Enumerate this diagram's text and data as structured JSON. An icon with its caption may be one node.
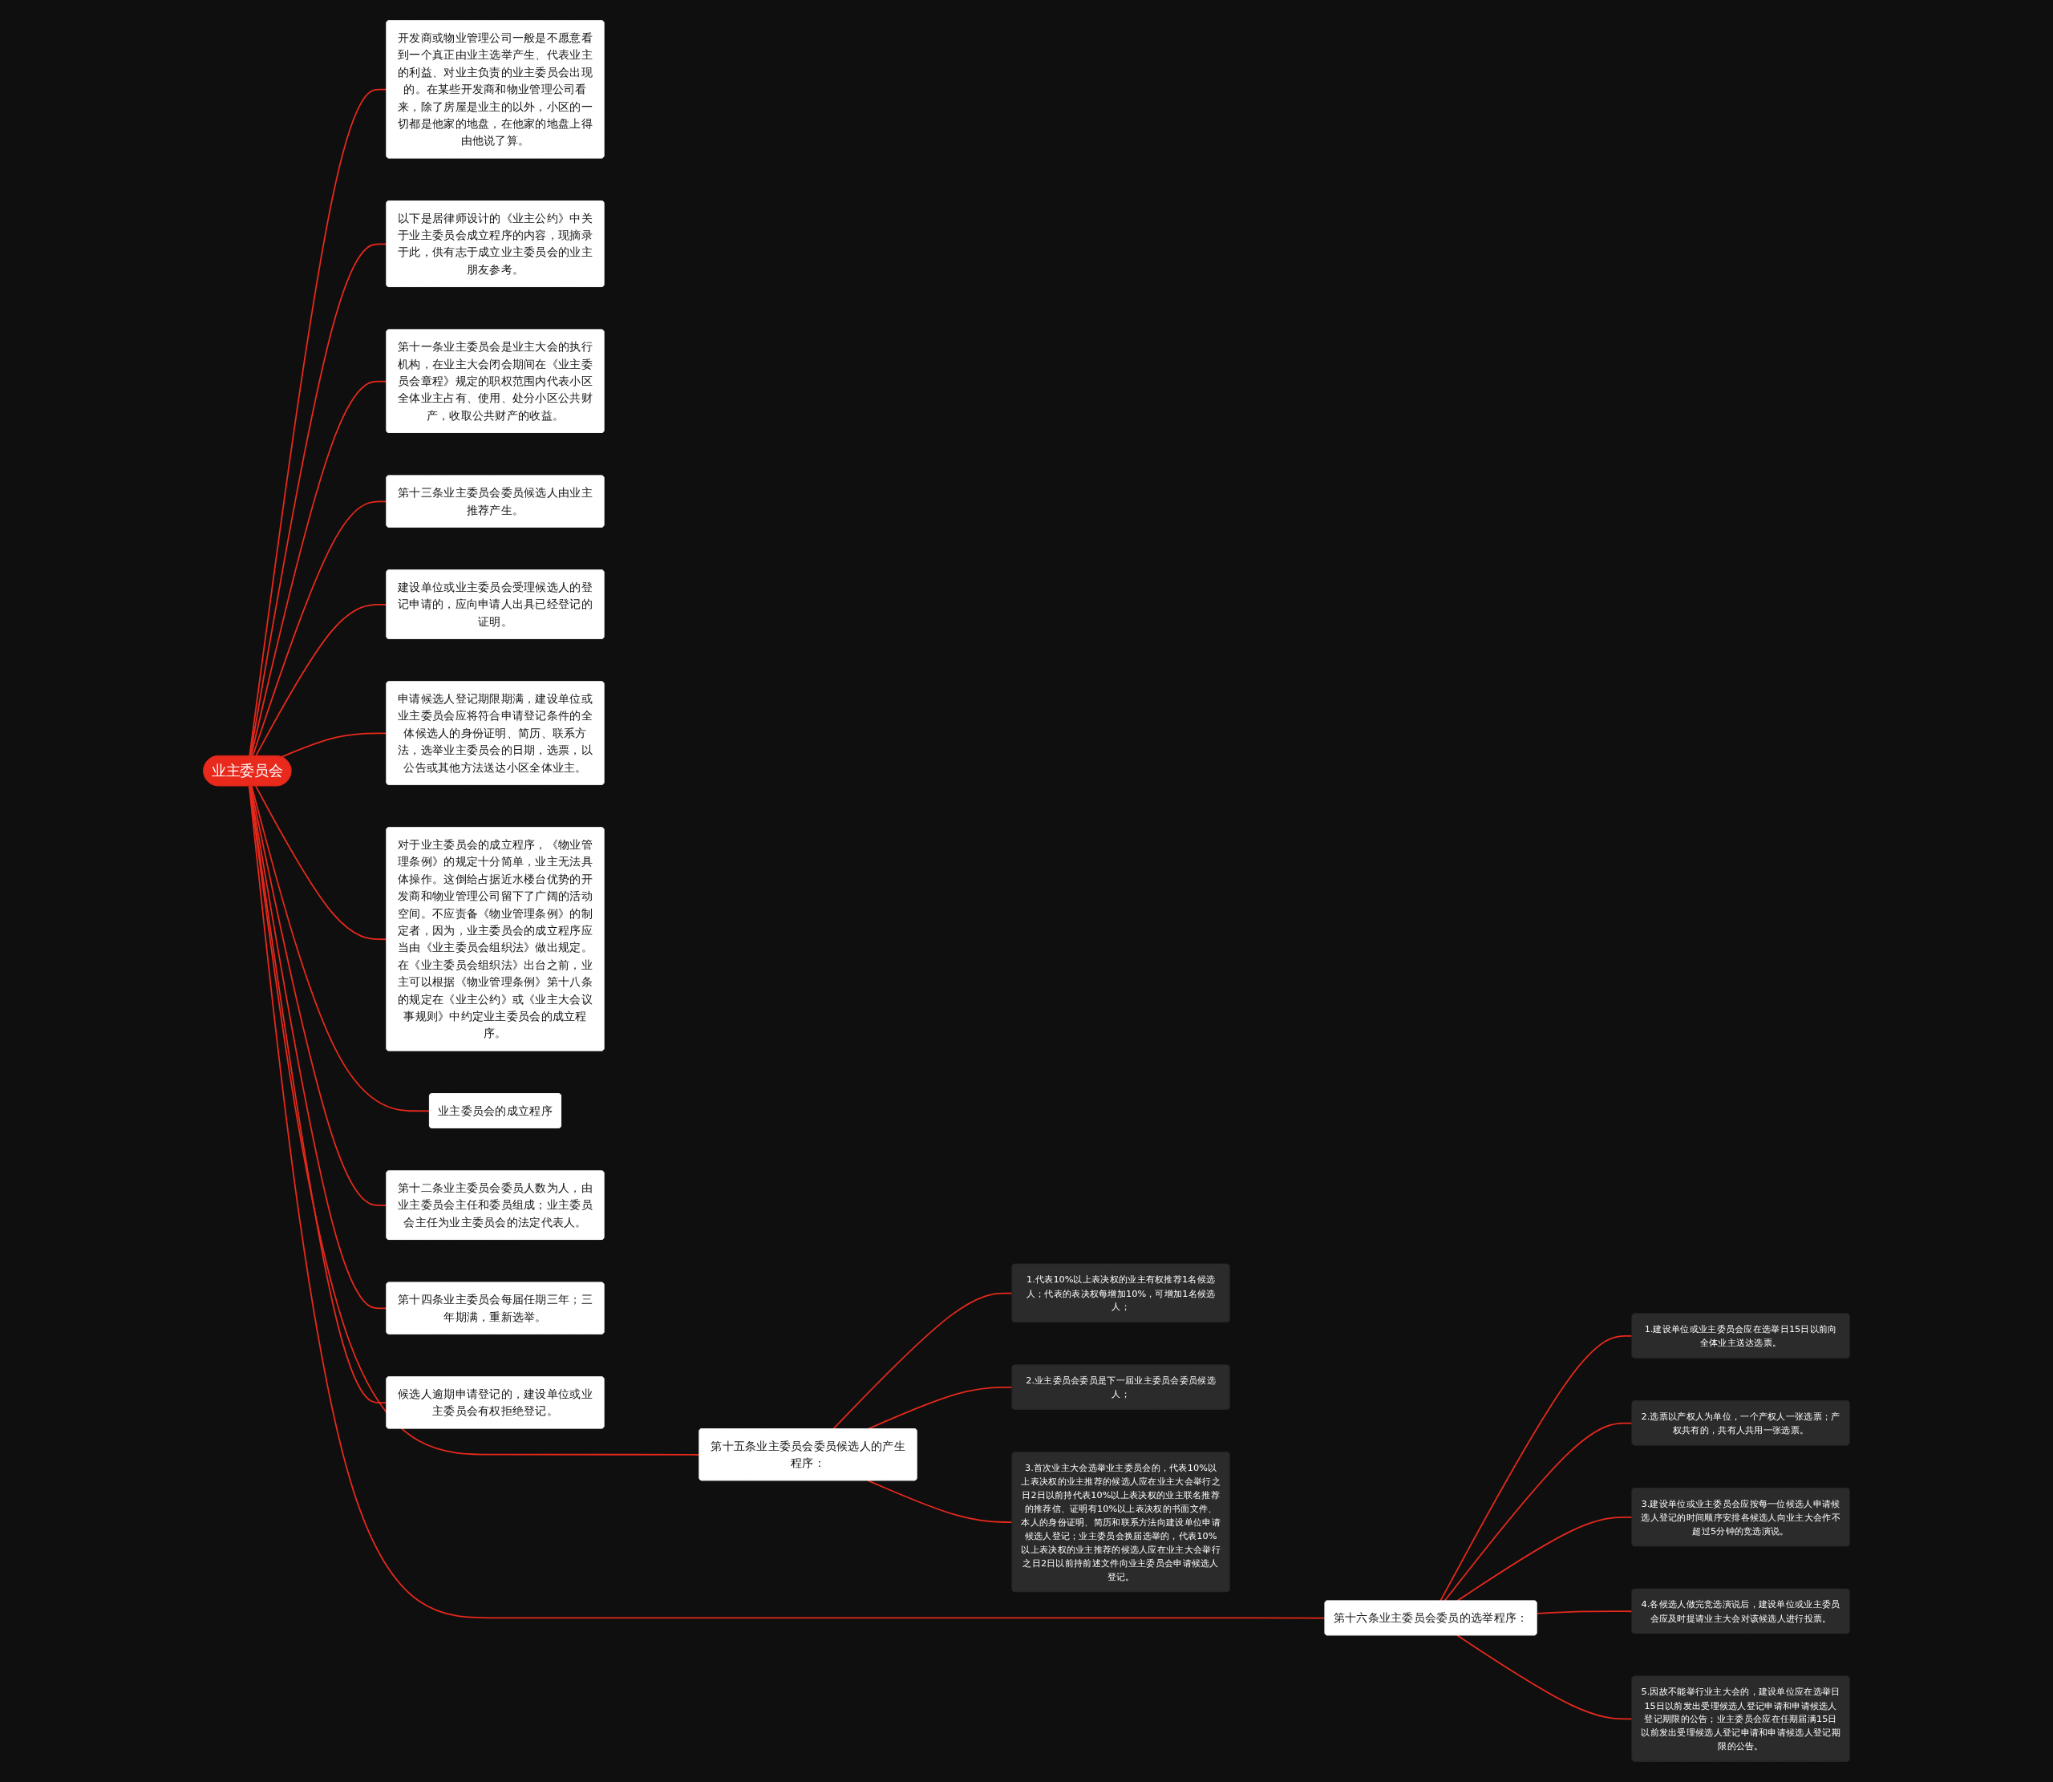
{
  "diagram": {
    "nodes": [
      {
        "text": [
          "业主委员会"
        ]
      },
      {
        "text": [
          "开发商或物业管理公司一般是不愿意看到一个真正由业主选举产生、代表业主的利益、对业主负责的业主委员会出现的。在某些开发商和物业管理公司看来，除了房屋是业主的以外，小区的一切都是他家的地盘，在他家的地盘上得由他说了算。"
        ]
      },
      {
        "text": [
          "以下是居律师设计的《业主公约》中关于业主委员会成立程序的内容，现摘录于此，供有志于成立业主委员会的业主朋友参考。"
        ]
      },
      {
        "text": [
          "第十一条业主委员会是业主大会的执行机构，在业主大会闭会期间在《业主委员会章程》规定的职权范围内代表小区全体业主占有、使用、处分小区公共财产，收取公共财产的收益。"
        ]
      },
      {
        "text": [
          "第十三条业主委员会委员候选人由业主推荐产生。"
        ]
      },
      {
        "text": [
          "第十五条业主委员会委员候选人的产生程序："
        ]
      },
      {
        "text": [
          "1.代表10%以上表决权的业主有权推荐1名候选人；代表的表决权每增加10%，可增加1名候选人；"
        ]
      },
      {
        "text": [
          "2.业主委员会委员是下一届业主委员会委员候选人；"
        ]
      },
      {
        "text": [
          "3.首次业主大会选举业主委员会的，代表10%以上表决权的业主推荐的候选人应在业主大会举行之日2日以前持代表10%以上表决权的业主联名推荐的推荐信、证明有10%以上表决权的书面文件、本人的身份证明、简历和联系方法向建设单位申请候选人登记；业主委员会换届选举的，代表10%以上表决权的业主推荐的候选人应在业主大会举行之日2日以前持前述文件向业主委员会申请候选人登记。"
        ]
      },
      {
        "text": [
          "建设单位或业主委员会受理候选人的登记申请的，应向申请人出具已经登记的证明。"
        ]
      },
      {
        "text": [
          "申请候选人登记期限期满，建设单位或业主委员会应将符合申请登记条件的全体候选人的身份证明、简历、联系方法，选举业主委员会的日期，选票，以公告或其他方法送达小区全体业主。"
        ]
      },
      {
        "text": [
          "对于业主委员会的成立程序，《物业管理条例》的规定十分简单，业主无法具体操作。这倒给占据近水楼台优势的开发商和物业管理公司留下了广阔的活动空间。不应责备《物业管理条例》的制定者，因为，业主委员会的成立程序应当由《业主委员会组织法》做出规定。在《业主委员会组织法》出台之前，业主可以根据《物业管理条例》第十八条的规定在《业主公约》或《业主大会议事规则》中约定业主委员会的成立程序。"
        ]
      },
      {
        "text": [
          "业主委员会的成立程序"
        ]
      },
      {
        "text": [
          "第十二条业主委员会委员人数为人，由业主委员会主任和委员组成；业主委员会主任为业主委员会的法定代表人。"
        ]
      },
      {
        "text": [
          "第十四条业主委员会每届任期三年；三年期满，重新选举。"
        ]
      },
      {
        "text": [
          "候选人逾期申请登记的，建设单位或业主委员会有权拒绝登记。"
        ]
      },
      {
        "text": [
          "第十六条业主委员会委员的选举程序："
        ]
      },
      {
        "text": [
          "1.建设单位或业主委员会应在选举日15日以前向全体业主送达选票。"
        ]
      },
      {
        "text": [
          "2.选票以产权人为单位，一个产权人一张选票；产权共有的，共有人共用一张选票。"
        ]
      },
      {
        "text": [
          "3.建设单位或业主委员会应按每一位候选人申请候选人登记的时间顺序安排各候选人向业主大会作不超过5分钟的竞选演说。"
        ]
      },
      {
        "text": [
          "4.各候选人做完竞选演说后，建设单位或业主委员会应及时提请业主大会对该候选人进行投票。"
        ]
      },
      {
        "text": [
          "5.因故不能举行业主大会的，建设单位应在选举日15日以前发出受理候选人登记申请和申请候选人登记期限的公告；业主委员会应在任期届满15日以前发出受理候选人登记申请和申请候选人登记期限的公告。"
        ]
      }
    ],
    "edges": [
      {
        "from": 0,
        "to": 1,
        "arrow": "none"
      },
      {
        "from": 0,
        "to": 2,
        "arrow": "none"
      },
      {
        "from": 0,
        "to": 3,
        "arrow": "none"
      },
      {
        "from": 0,
        "to": 4,
        "arrow": "none"
      },
      {
        "from": 0,
        "to": 5,
        "arrow": "none"
      },
      {
        "from": 5,
        "to": 6,
        "arrow": "none"
      },
      {
        "from": 5,
        "to": 7,
        "arrow": "none"
      },
      {
        "from": 5,
        "to": 8,
        "arrow": "none"
      },
      {
        "from": 0,
        "to": 9,
        "arrow": "none"
      },
      {
        "from": 0,
        "to": 10,
        "arrow": "none"
      },
      {
        "from": 0,
        "to": 11,
        "arrow": "none"
      },
      {
        "from": 0,
        "to": 12,
        "arrow": "none"
      },
      {
        "from": 0,
        "to": 13,
        "arrow": "none"
      },
      {
        "from": 0,
        "to": 14,
        "arrow": "none"
      },
      {
        "from": 0,
        "to": 15,
        "arrow": "none"
      },
      {
        "from": 0,
        "to": 16,
        "arrow": "none"
      },
      {
        "from": 16,
        "to": 17,
        "arrow": "none"
      },
      {
        "from": 16,
        "to": 18,
        "arrow": "none"
      },
      {
        "from": 16,
        "to": 19,
        "arrow": "none"
      },
      {
        "from": 16,
        "to": 20,
        "arrow": "none"
      },
      {
        "from": 16,
        "to": 21,
        "arrow": "none"
      }
    ]
  }
}
